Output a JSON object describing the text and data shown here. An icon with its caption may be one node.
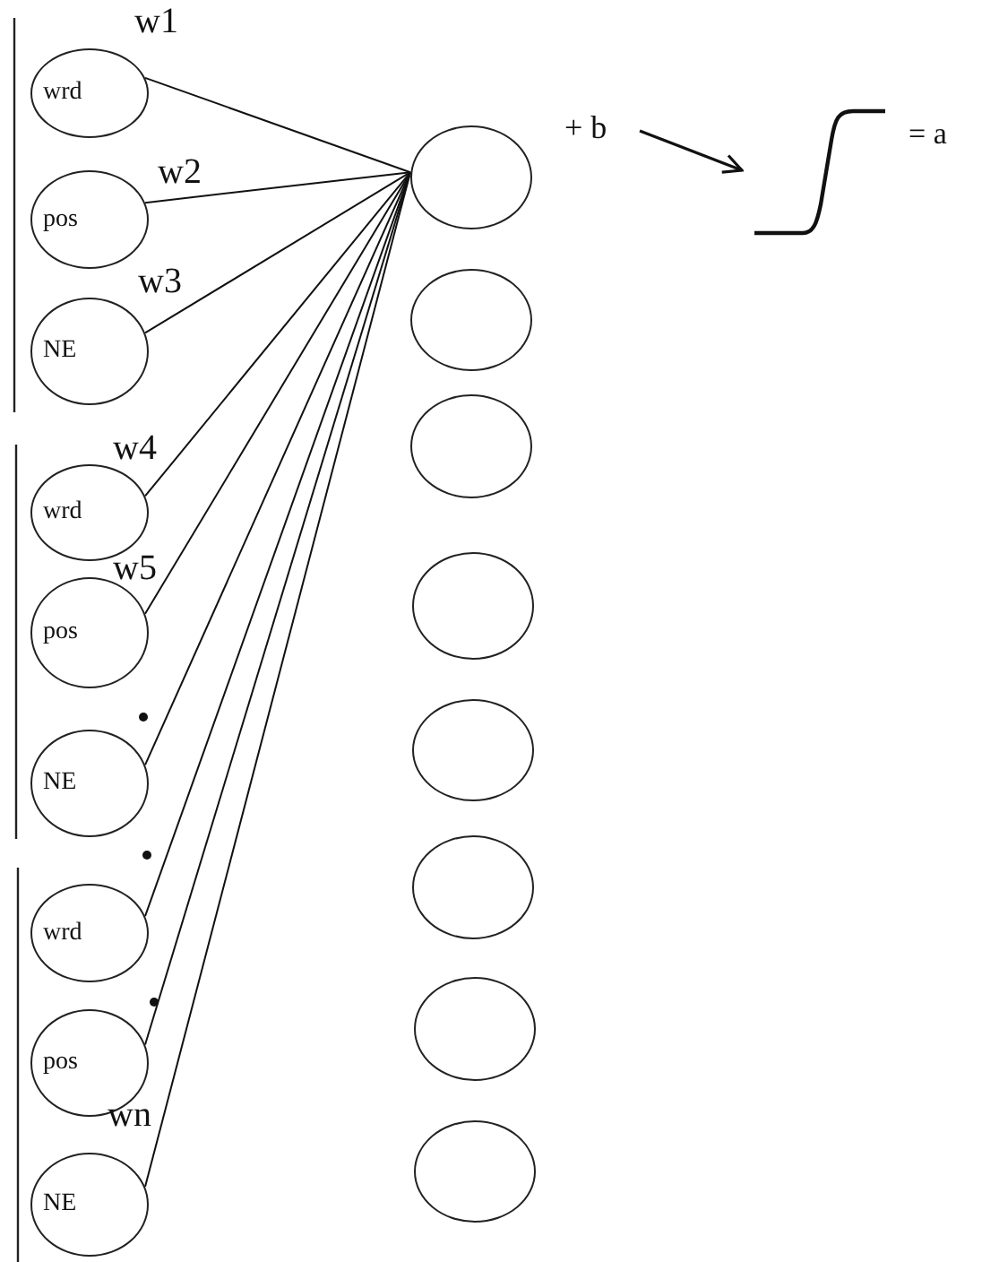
{
  "diagram": {
    "nodes": [
      {
        "text": [
          "wrd"
        ]
      },
      {
        "text": [
          "pos"
        ]
      },
      {
        "text": [
          "NE"
        ]
      },
      {
        "text": [
          "wrd"
        ]
      },
      {
        "text": [
          "pos"
        ]
      },
      {
        "text": [
          "NE"
        ]
      },
      {
        "text": [
          "wrd"
        ]
      },
      {
        "text": [
          "pos"
        ]
      },
      {
        "text": [
          "NE"
        ]
      },
      {
        "text": [],
        "shape": "circle"
      },
      {
        "text": [],
        "shape": "circle"
      },
      {
        "text": [],
        "shape": "circle"
      },
      {
        "text": [],
        "shape": "circle"
      },
      {
        "text": [],
        "shape": "circle"
      },
      {
        "text": [],
        "shape": "circle"
      },
      {
        "text": [],
        "shape": "circle"
      },
      {
        "text": [],
        "shape": "circle"
      },
      {
        "text": [
          "+ b"
        ]
      },
      {
        "text": [],
        "shape": "curve"
      }
    ],
    "edges": [
      {
        "from": 0,
        "to": 9,
        "arrow": "none",
        "label": "w1"
      },
      {
        "from": 1,
        "to": 9,
        "arrow": "none",
        "label": "w2"
      },
      {
        "from": 2,
        "to": 9,
        "arrow": "none",
        "label": "w3"
      },
      {
        "from": 3,
        "to": 9,
        "arrow": "none",
        "label": "w4"
      },
      {
        "from": 4,
        "to": 9,
        "arrow": "none",
        "label": "w5"
      },
      {
        "from": 5,
        "to": 9,
        "arrow": "none"
      },
      {
        "from": 6,
        "to": 9,
        "arrow": "none"
      },
      {
        "from": 7,
        "to": 9,
        "arrow": "none"
      },
      {
        "from": 8,
        "to": 9,
        "arrow": "none",
        "label": "wn"
      },
      {
        "from": 17,
        "to": 18,
        "arrow": "to"
      }
    ],
    "labels": [
      "= a"
    ]
  }
}
